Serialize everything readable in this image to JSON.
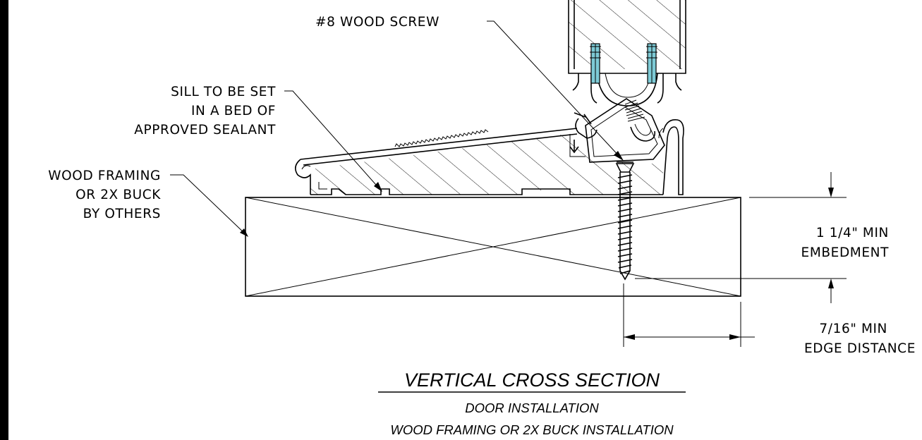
{
  "labels": {
    "wood_screw": "#8 WOOD SCREW",
    "sill_line1": "SILL TO BE SET",
    "sill_line2": "IN A BED OF",
    "sill_line3": "APPROVED SEALANT",
    "framing_line1": "WOOD FRAMING",
    "framing_line2": "OR 2X BUCK",
    "framing_line3": "BY OTHERS",
    "embed_line1": "1 1/4\" MIN",
    "embed_line2": "EMBEDMENT",
    "edge_line1": "7/16\" MIN",
    "edge_line2": "EDGE DISTANCE"
  },
  "title": {
    "main": "VERTICAL CROSS SECTION",
    "sub1": "DOOR INSTALLATION",
    "sub2": "WOOD FRAMING OR 2X BUCK INSTALLATION"
  },
  "colors": {
    "line": "#000000",
    "background": "#ffffff",
    "accent_insert": "#7ecbd6"
  }
}
